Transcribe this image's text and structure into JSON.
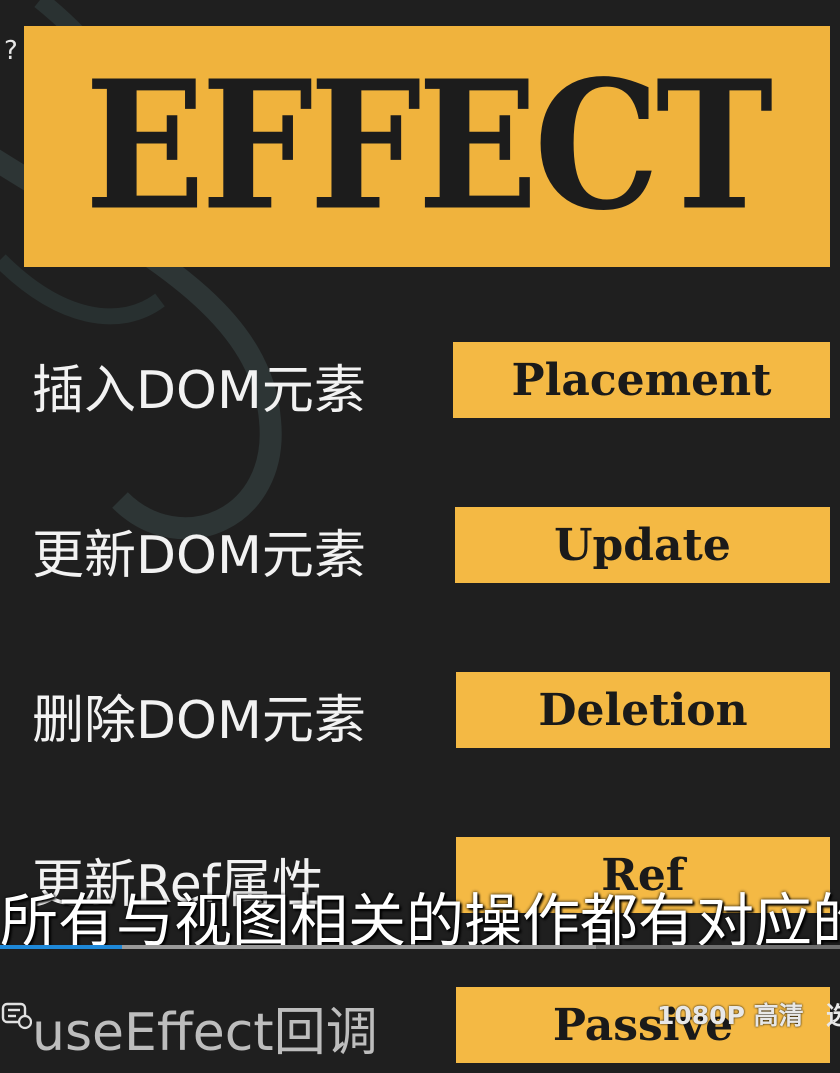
{
  "corner_mark": "?",
  "title": "EFFECT",
  "rows": [
    {
      "label": "插入DOM元素",
      "tag": "Placement"
    },
    {
      "label": "更新DOM元素",
      "tag": "Update"
    },
    {
      "label": "删除DOM元素",
      "tag": "Deletion"
    },
    {
      "label": "更新Ref属性",
      "tag": "Ref"
    },
    {
      "label": "useEffect回调",
      "tag": "Passive"
    }
  ],
  "subtitle": "所有与视图相关的操作都有对应的",
  "player": {
    "progress_played": 0.145,
    "progress_buffered": 0.71,
    "quality": "1080P 高清",
    "more_label": "选",
    "danmaku_icon": "danmaku-toggle-icon"
  },
  "colors": {
    "background": "#1f1f1f",
    "accent": "#f4b944",
    "progress": "#1e88d8"
  }
}
